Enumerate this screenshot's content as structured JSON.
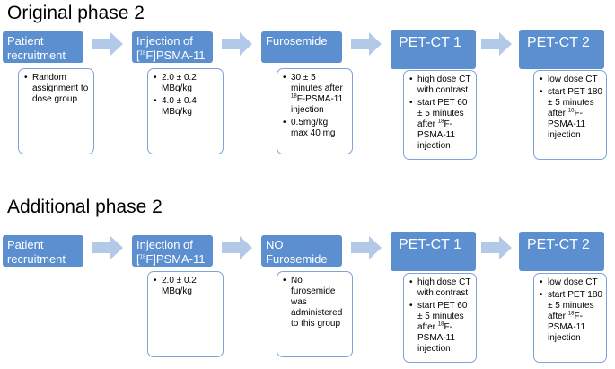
{
  "original": {
    "title": "Original phase 2",
    "steps": [
      {
        "header": "Patient recruitment",
        "bullets": [
          "Random assignment to dose group"
        ]
      },
      {
        "header_pre": "Injection of [",
        "header_sup": "18",
        "header_post": "F]PSMA-11",
        "bullets": [
          "2.0 ± 0.2 MBq/kg",
          "4.0 ± 0.4 MBq/kg"
        ]
      },
      {
        "header": "Furosemide",
        "bullets": [
          {
            "pre": "30 ± 5 minutes after ",
            "sup": "18",
            "post": "F-PSMA-11 injection"
          },
          "0.5mg/kg, max 40 mg"
        ]
      },
      {
        "header": "PET-CT 1",
        "bullets": [
          "high dose CT with contrast",
          {
            "pre": "start PET 60 ± 5 minutes after ",
            "sup": "18",
            "post": "F-PSMA-11 injection"
          }
        ]
      },
      {
        "header": "PET-CT 2",
        "bullets": [
          "low dose CT",
          {
            "pre": "start PET 180 ± 5 minutes after ",
            "sup": "18",
            "post": "F-PSMA-11 injection"
          }
        ]
      }
    ]
  },
  "additional": {
    "title": "Additional phase 2",
    "steps": [
      {
        "header": "Patient recruitment",
        "bullets": []
      },
      {
        "header_pre": "Injection of [",
        "header_sup": "18",
        "header_post": "F]PSMA-11",
        "bullets": [
          "2.0 ± 0.2 MBq/kg"
        ]
      },
      {
        "header": "NO Furosemide",
        "bullets": [
          "No furosemide was administered to this group"
        ]
      },
      {
        "header": "PET-CT 1",
        "bullets": [
          "high dose CT with contrast",
          {
            "pre": "start PET 60 ± 5 minutes after ",
            "sup": "18",
            "post": "F-PSMA-11 injection"
          }
        ]
      },
      {
        "header": "PET-CT 2",
        "bullets": [
          "low dose CT",
          {
            "pre": "start PET 180 ± 5 minutes after ",
            "sup": "18",
            "post": "F-PSMA-11 injection"
          }
        ]
      }
    ]
  },
  "colors": {
    "header_fill": "#5b8fd0",
    "arrow_fill": "#b3c9e8",
    "detail_border": "#7ea4d6"
  }
}
